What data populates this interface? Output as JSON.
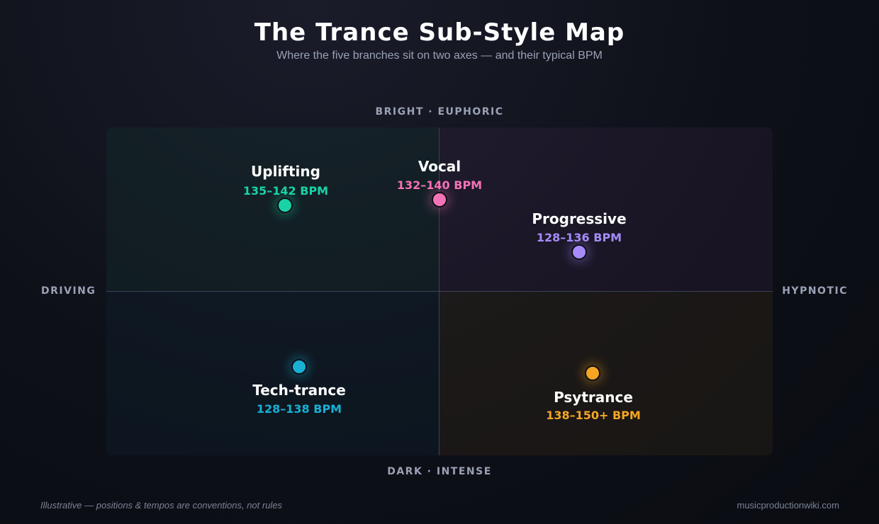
{
  "header": {
    "title": "The Trance Sub-Style Map",
    "subtitle": "Where the five branches sit on two axes — and their typical BPM"
  },
  "axes": {
    "top": "BRIGHT · EUPHORIC",
    "bottom": "DARK · INTENSE",
    "left": "DRIVING",
    "right": "HYPNOTIC"
  },
  "styles": [
    {
      "name": "Uplifting",
      "bpm": "135–142 BPM",
      "color": "#19d3a6"
    },
    {
      "name": "Vocal",
      "bpm": "132–140 BPM",
      "color": "#f472b6"
    },
    {
      "name": "Progressive",
      "bpm": "128–136 BPM",
      "color": "#a78bfa"
    },
    {
      "name": "Tech-trance",
      "bpm": "128–138 BPM",
      "color": "#1ab0d4"
    },
    {
      "name": "Psytrance",
      "bpm": "138–150+ BPM",
      "color": "#f5a623"
    }
  ],
  "footer": {
    "note": "Illustrative — positions & tempos are conventions, not rules",
    "site": "musicproductionwiki.com"
  }
}
